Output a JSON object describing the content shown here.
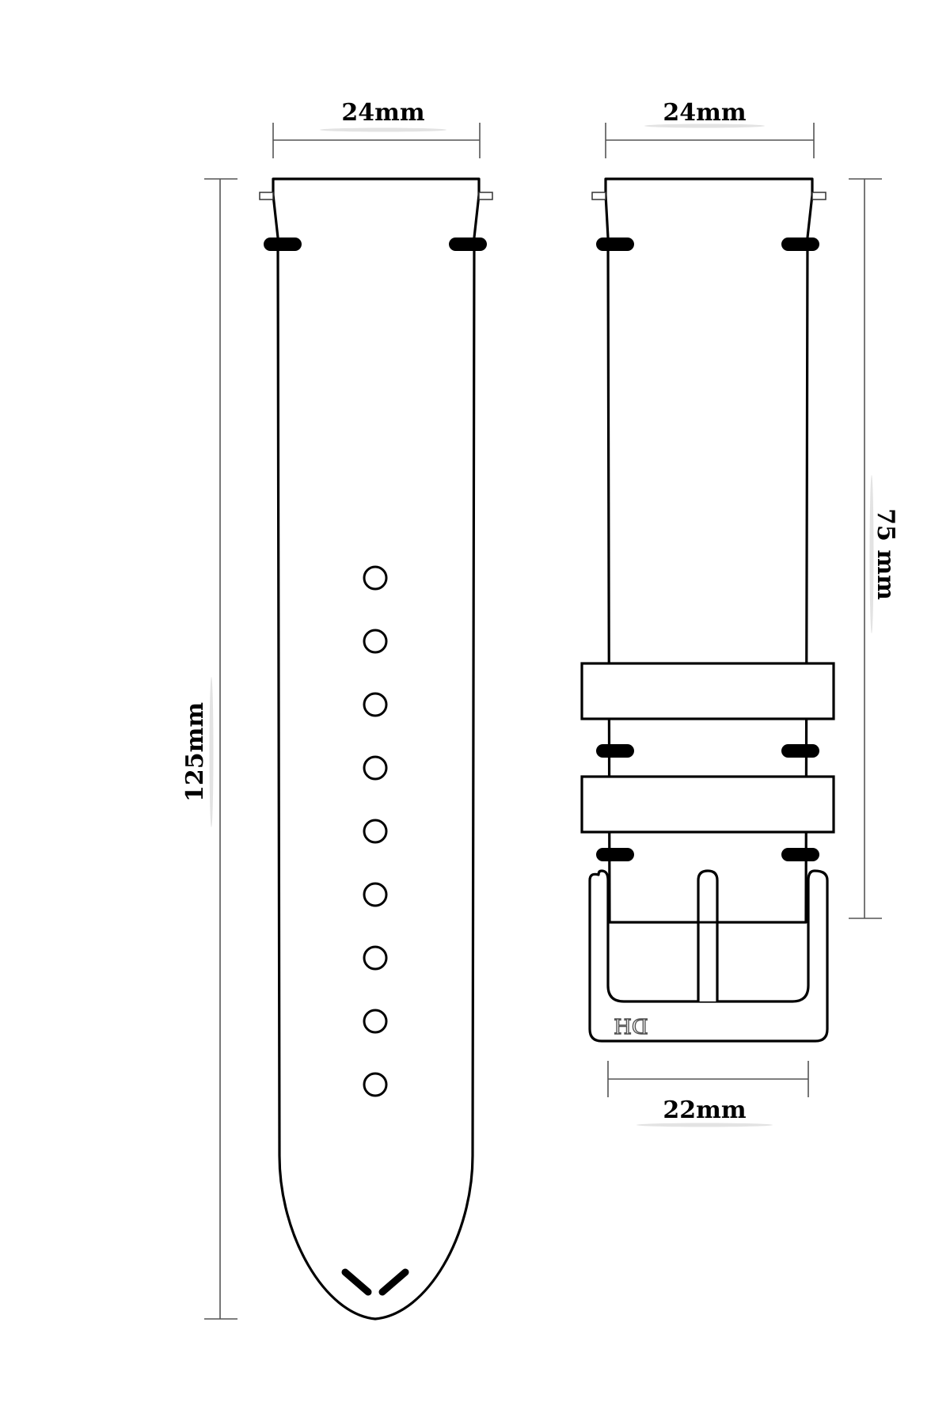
{
  "dimensions": {
    "long_strap_width": "24mm",
    "short_strap_width": "24mm",
    "long_strap_length": "125mm",
    "short_strap_length": "75 mm",
    "buckle_width": "22mm"
  },
  "buckle_logo": "DH",
  "long_strap": {
    "adjustment_hole_count": 9
  },
  "colors": {
    "outline": "#000000",
    "dimension_line": "#555555",
    "background": "#ffffff"
  }
}
